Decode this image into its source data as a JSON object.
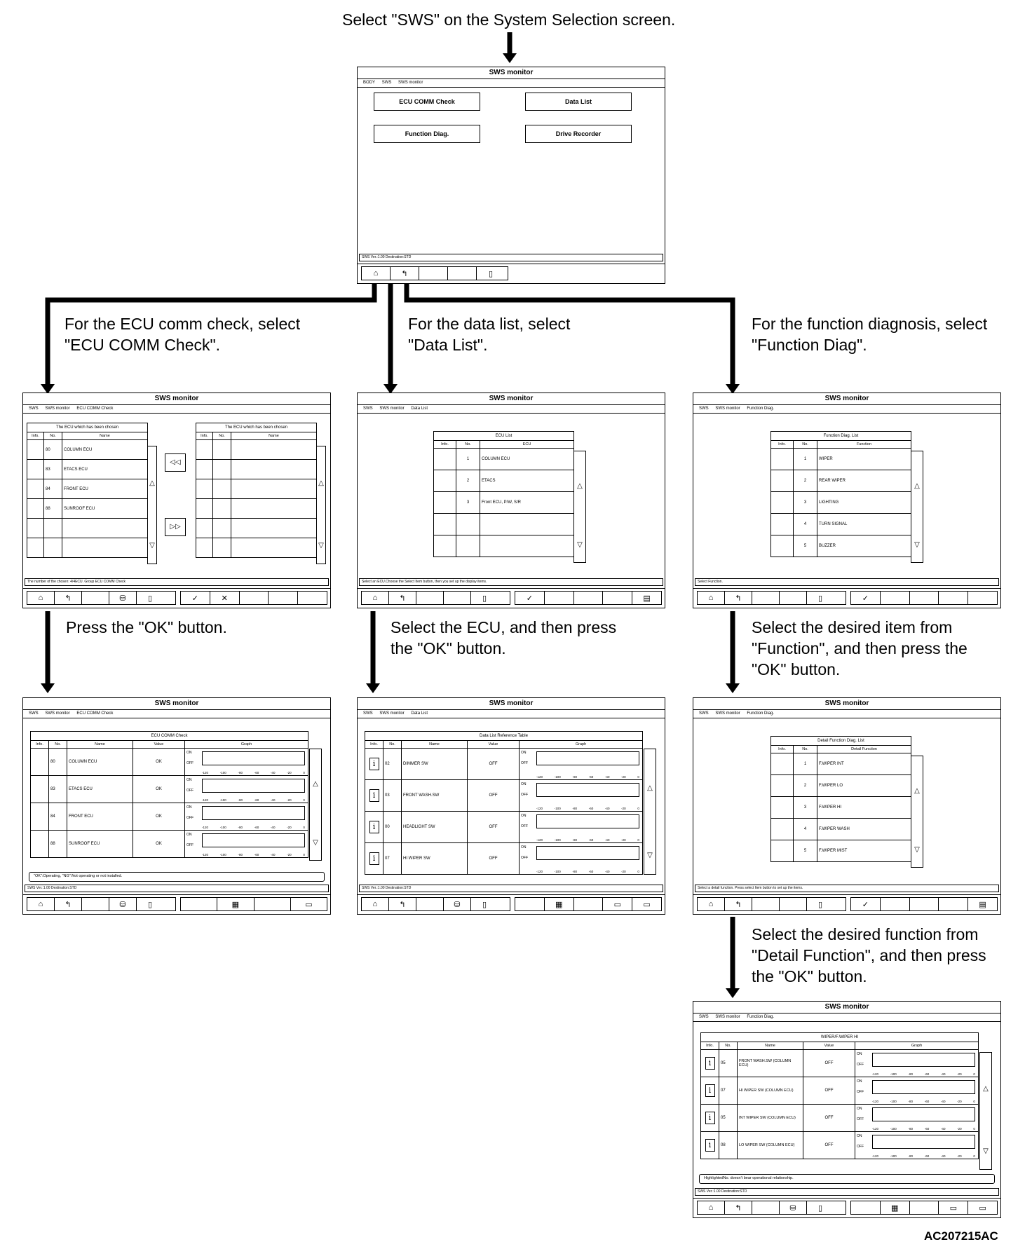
{
  "captions": {
    "top": "Select \"SWS\" on the System Selection screen.",
    "ecu_branch": "For the ECU comm check, select\n\"ECU COMM Check\".",
    "data_branch": "For the data list, select\n\"Data List\".",
    "func_branch": "For the function diagnosis, select\n\"Function Diag\".",
    "ok_ecu": "Press the \"OK\" button.",
    "ok_data": "Select the ECU, and then press\nthe \"OK\" button.",
    "ok_func": "Select the desired item from\n\"Function\", and then press the\n\"OK\" button.",
    "ok_detail": "Select the desired function from\n\"Detail Function\", and then press\nthe \"OK\" button.",
    "code": "AC207215AC"
  },
  "screen_title": "SWS monitor",
  "main": {
    "breadcrumb": [
      "BODY",
      "SWS",
      "SWS monitor"
    ],
    "buttons": [
      "ECU COMM Check",
      "Data List",
      "Function Diag.",
      "Drive Recorder"
    ],
    "status": "SWS Ver.:1.00 Destination:STD"
  },
  "ecu_select": {
    "breadcrumb": [
      "SWS",
      "SWS monitor",
      "ECU COMM Check"
    ],
    "left_caption": "The ECU which has been chosen",
    "right_caption": "The ECU which has been chosen",
    "headers": [
      "Info.",
      "No.",
      "Name"
    ],
    "rows": [
      {
        "no": "80",
        "name": "COLUMN ECU"
      },
      {
        "no": "83",
        "name": "ETACS ECU"
      },
      {
        "no": "84",
        "name": "FRONT ECU"
      },
      {
        "no": "88",
        "name": "SUNROOF ECU"
      }
    ],
    "status": "The number of the chosen: 4/4ECU. Group ECU COMM Check"
  },
  "data_select": {
    "breadcrumb": [
      "SWS",
      "SWS monitor",
      "Data List"
    ],
    "caption": "ECU List",
    "headers": [
      "Info.",
      "No.",
      "ECU"
    ],
    "rows": [
      {
        "no": "1",
        "name": "COLUMN ECU"
      },
      {
        "no": "2",
        "name": "ETACS"
      },
      {
        "no": "3",
        "name": "Front ECU, P/W, S/R"
      }
    ],
    "status": "Select an ECU.Choose the Select Item button, then you set up the display items."
  },
  "func_select": {
    "breadcrumb": [
      "SWS",
      "SWS monitor",
      "Function Diag."
    ],
    "caption": "Function Diag. List",
    "headers": [
      "Info.",
      "No.",
      "Function"
    ],
    "rows": [
      {
        "no": "1",
        "name": "WIPER"
      },
      {
        "no": "2",
        "name": "REAR WIPER"
      },
      {
        "no": "3",
        "name": "LIGHTING"
      },
      {
        "no": "4",
        "name": "TURN SIGNAL"
      },
      {
        "no": "5",
        "name": "BUZZER"
      }
    ],
    "status": "Select Function."
  },
  "ecu_result": {
    "breadcrumb": [
      "SWS",
      "SWS monitor",
      "ECU COMM Check"
    ],
    "caption": "ECU COMM Check",
    "headers": [
      "Info.",
      "No.",
      "Name",
      "Value",
      "Graph"
    ],
    "rows": [
      {
        "no": "80",
        "name": "COLUMN ECU",
        "value": "OK"
      },
      {
        "no": "83",
        "name": "ETACS ECU",
        "value": "OK"
      },
      {
        "no": "84",
        "name": "FRONT ECU",
        "value": "OK"
      },
      {
        "no": "88",
        "name": "SUNROOF ECU",
        "value": "OK"
      }
    ],
    "note": "\"OK\":Operating, \"NG\":Not operating or not installed.",
    "status": "SWS Ver.:1.00 Destination:STD"
  },
  "data_result": {
    "breadcrumb": [
      "SWS",
      "SWS monitor",
      "Data List"
    ],
    "caption": "Data List Reference Table",
    "headers": [
      "Info.",
      "No.",
      "Name",
      "Value",
      "Graph"
    ],
    "rows": [
      {
        "no": "02",
        "name": "DIMMER SW",
        "value": "OFF"
      },
      {
        "no": "03",
        "name": "FRONT WASH.SW",
        "value": "OFF"
      },
      {
        "no": "00",
        "name": "HEADLIGHT SW",
        "value": "OFF"
      },
      {
        "no": "07",
        "name": "HI WIPER SW",
        "value": "OFF"
      }
    ],
    "status": "SWS Ver.:1.00 Destination:STD"
  },
  "detail_select": {
    "breadcrumb": [
      "SWS",
      "SWS monitor",
      "Function Diag."
    ],
    "caption": "Detail Function Diag. List",
    "headers": [
      "Info.",
      "No.",
      "Detail Function"
    ],
    "rows": [
      {
        "no": "1",
        "name": "F.WIPER INT"
      },
      {
        "no": "2",
        "name": "F.WIPER LO"
      },
      {
        "no": "3",
        "name": "F.WIPER HI"
      },
      {
        "no": "4",
        "name": "F.WIPER WASH"
      },
      {
        "no": "5",
        "name": "F.WIPER MIST"
      }
    ],
    "status": "Select a detail function. Press select Item button to set up the items."
  },
  "detail_result": {
    "breadcrumb": [
      "SWS",
      "SWS monitor",
      "Function Diag."
    ],
    "caption": "WIPER/F.WIPER HI",
    "headers": [
      "Info.",
      "No.",
      "Name",
      "Value",
      "Graph"
    ],
    "rows": [
      {
        "no": "05",
        "name": "FRONT WASH.SW (COLUMN ECU)",
        "value": "OFF"
      },
      {
        "no": "07",
        "name": "HI WIPER SW (COLUMN ECU)",
        "value": "OFF"
      },
      {
        "no": "05",
        "name": "INT WIPER SW (COLUMN ECU)",
        "value": "OFF"
      },
      {
        "no": "08",
        "name": "LO WIPER SW (COLUMN ECU)",
        "value": "OFF"
      }
    ],
    "note": "HighlightedNo. doesn't bear operational relationship.",
    "status": "SWS Ver.:1.00 Destination:STD"
  },
  "graph": {
    "on": "ON",
    "off": "OFF",
    "ticks": [
      "-120",
      "-100",
      "-80",
      "-60",
      "-40",
      "-20",
      "0"
    ]
  }
}
